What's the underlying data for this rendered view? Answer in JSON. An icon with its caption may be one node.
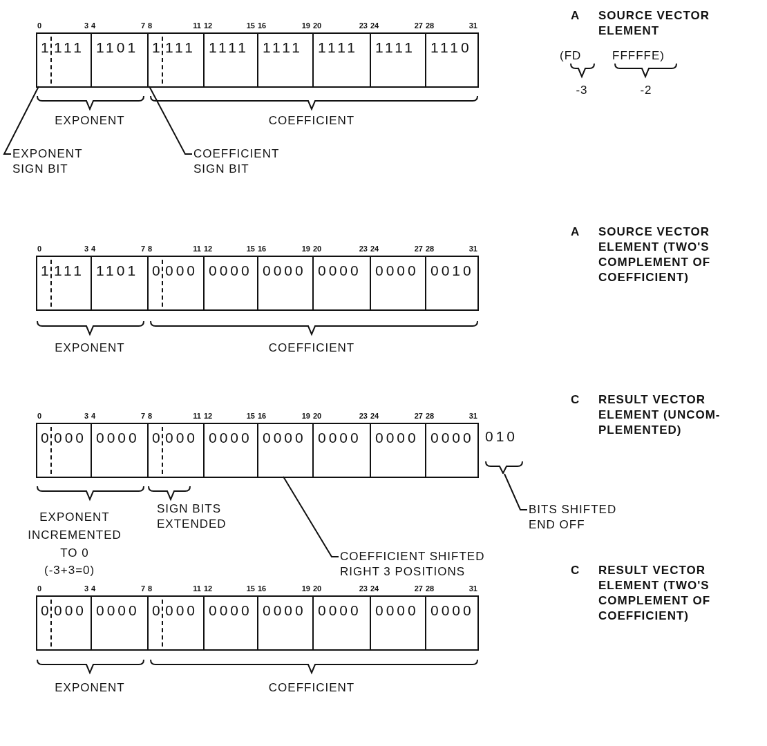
{
  "diagram": {
    "nodes": [
      {
        "text": [],
        "shape": "box"
      },
      {
        "text": [
          "1",
          "111"
        ],
        "in": 0
      },
      {
        "text": [
          "1101"
        ],
        "in": 0
      },
      {
        "text": [
          "1",
          "111"
        ],
        "in": 0
      },
      {
        "text": [
          "1111"
        ],
        "in": 0
      },
      {
        "text": [
          "1111"
        ],
        "in": 0
      },
      {
        "text": [
          "1111"
        ],
        "in": 0
      },
      {
        "text": [
          "1111"
        ],
        "in": 0
      },
      {
        "text": [
          "1110"
        ],
        "in": 0
      },
      {
        "text": [
          "EXPONENT SIGN BIT"
        ]
      },
      {
        "text": [
          "COEFFICIENT SIGN BIT"
        ]
      },
      {
        "text": [],
        "shape": "box"
      },
      {
        "text": [
          "1",
          "111"
        ],
        "in": 11
      },
      {
        "text": [
          "1101"
        ],
        "in": 11
      },
      {
        "text": [
          "0",
          "000"
        ],
        "in": 11
      },
      {
        "text": [
          "0000"
        ],
        "in": 11
      },
      {
        "text": [
          "0000"
        ],
        "in": 11
      },
      {
        "text": [
          "0000"
        ],
        "in": 11
      },
      {
        "text": [
          "0000"
        ],
        "in": 11
      },
      {
        "text": [
          "0010"
        ],
        "in": 11
      },
      {
        "text": [],
        "shape": "box"
      },
      {
        "text": [
          "0",
          "000"
        ],
        "in": 20
      },
      {
        "text": [
          "0000"
        ],
        "in": 20
      },
      {
        "text": [
          "0",
          "000"
        ],
        "in": 20
      },
      {
        "text": [
          "0000"
        ],
        "in": 20
      },
      {
        "text": [
          "0000"
        ],
        "in": 20
      },
      {
        "text": [
          "0000"
        ],
        "in": 20
      },
      {
        "text": [
          "0000"
        ],
        "in": 20
      },
      {
        "text": [
          "0000"
        ],
        "in": 20
      },
      {
        "text": [
          "010"
        ]
      },
      {
        "text": [
          "BITS SHIFTED END OFF"
        ]
      },
      {
        "text": [
          "COEFFICIENT SHIFTED RIGHT 3 POSITIONS"
        ]
      },
      {
        "text": [],
        "shape": "box"
      },
      {
        "text": [
          "0",
          "000"
        ],
        "in": 32
      },
      {
        "text": [
          "0000"
        ],
        "in": 32
      },
      {
        "text": [
          "0",
          "000"
        ],
        "in": 32
      },
      {
        "text": [
          "0000"
        ],
        "in": 32
      },
      {
        "text": [
          "0000"
        ],
        "in": 32
      },
      {
        "text": [
          "0000"
        ],
        "in": 32
      },
      {
        "text": [
          "0000"
        ],
        "in": 32
      },
      {
        "text": [
          "0000"
        ],
        "in": 32
      }
    ],
    "edges": [
      {
        "from": 9,
        "to": 1,
        "arrow": "none"
      },
      {
        "from": 10,
        "to": 3,
        "arrow": "none"
      },
      {
        "from": 30,
        "to": 29,
        "arrow": "none"
      },
      {
        "from": 31,
        "to": 25,
        "arrow": "none"
      }
    ],
    "labels": [
      "0",
      "3",
      "4",
      "7",
      "8",
      "11",
      "12",
      "15",
      "16",
      "19",
      "20",
      "23",
      "24",
      "27",
      "28",
      "31",
      "A",
      "SOURCE VECTOR ELEMENT",
      "(FD",
      "FFFFFE)",
      "-3",
      "-2",
      "EXPONENT",
      "COEFFICIENT",
      "0",
      "3",
      "4",
      "7",
      "8",
      "11",
      "12",
      "15",
      "16",
      "19",
      "20",
      "23",
      "24",
      "27",
      "28",
      "31",
      "A",
      "SOURCE VECTOR ELEMENT (TWO'S COMPLEMENT OF COEFFICIENT)",
      "EXPONENT",
      "COEFFICIENT",
      "0",
      "3",
      "4",
      "7",
      "8",
      "11",
      "12",
      "15",
      "16",
      "19",
      "20",
      "23",
      "24",
      "27",
      "28",
      "31",
      "C",
      "RESULT VECTOR ELEMENT (UNCOM- PLEMENTED)",
      "EXPONENT INCREMENTED TO 0",
      "(-3+3=0)",
      "SIGN BITS EXTENDED",
      "0",
      "3",
      "4",
      "7",
      "8",
      "11",
      "12",
      "15",
      "16",
      "19",
      "20",
      "23",
      "24",
      "27",
      "28",
      "31",
      "C",
      "RESULT VECTOR ELEMENT (TWO'S COMPLEMENT OF COEFFICIENT)",
      "EXPONENT",
      "COEFFICIENT"
    ]
  }
}
